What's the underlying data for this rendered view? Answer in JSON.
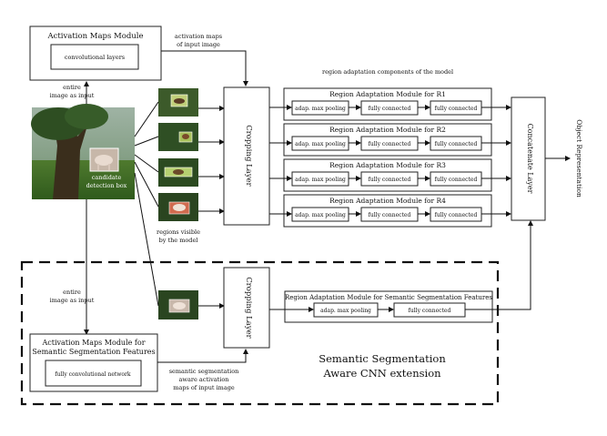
{
  "activation_module": {
    "title": "Activation Maps Module",
    "inner": "convolutional layers"
  },
  "activation_maps_label": [
    "activation maps",
    "of input image"
  ],
  "entire_image_label": [
    "entire",
    "image as input"
  ],
  "candidate_box_label": [
    "candidate",
    "detection box"
  ],
  "regions_visible_label": [
    "regions visible",
    "by the model"
  ],
  "region_components_label": "region adaptation components of the model",
  "cropping_layer_label": "Cropping Layer",
  "regions": [
    {
      "title": "Region Adaptation Module for R1",
      "pool": "adap. max pooling",
      "fc1": "fully connected",
      "fc2": "fully connected"
    },
    {
      "title": "Region Adaptation Module for R2",
      "pool": "adap. max pooling",
      "fc1": "fully connected",
      "fc2": "fully connected"
    },
    {
      "title": "Region Adaptation Module for R3",
      "pool": "adap. max pooling",
      "fc1": "fully connected",
      "fc2": "fully connected"
    },
    {
      "title": "Region Adaptation Module for R4",
      "pool": "adap. max pooling",
      "fc1": "fully connected",
      "fc2": "fully connected"
    }
  ],
  "concatenate_label": "Concatenate Layer",
  "object_representation_label": "Object Representation",
  "seg_region": {
    "title": "Region Adaptation Module for Semantic Segmentation Features",
    "pool": "adap. max pooling",
    "fc": "fully connected"
  },
  "seg_entire_image_label": [
    "entire",
    "image as input"
  ],
  "seg_module": {
    "title": [
      "Activation Maps Module for",
      "Semantic Segmentation Features"
    ],
    "inner": "fully convolutional network"
  },
  "seg_activation_label": [
    "semantic segmentation",
    "aware activation",
    "maps of input image"
  ],
  "seg_extension_label": [
    "Semantic Segmentation",
    "Aware CNN extension"
  ]
}
